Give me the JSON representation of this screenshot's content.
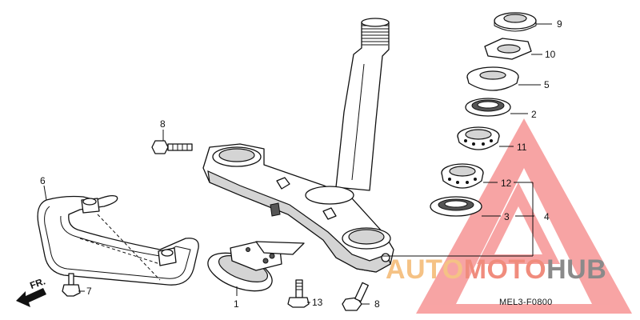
{
  "callouts": {
    "c9": "9",
    "c10": "10",
    "c5": "5",
    "c2": "2",
    "c11": "11",
    "c12": "12",
    "c3": "3",
    "c4": "4",
    "c8_top": "8",
    "c8_bottom": "8",
    "c6": "6",
    "c7": "7",
    "c1": "1",
    "c13": "13"
  },
  "front_marker": "FR.",
  "diagram_code": "MEL3-F0800",
  "watermark": {
    "part1": "AUTO",
    "part2": "MOTO",
    "part3": "HUB",
    "color_auto": "#f5c285",
    "color_moto": "#f08c7d",
    "color_hub": "#8a8a8a",
    "triangle_color": "#f25a5a"
  }
}
